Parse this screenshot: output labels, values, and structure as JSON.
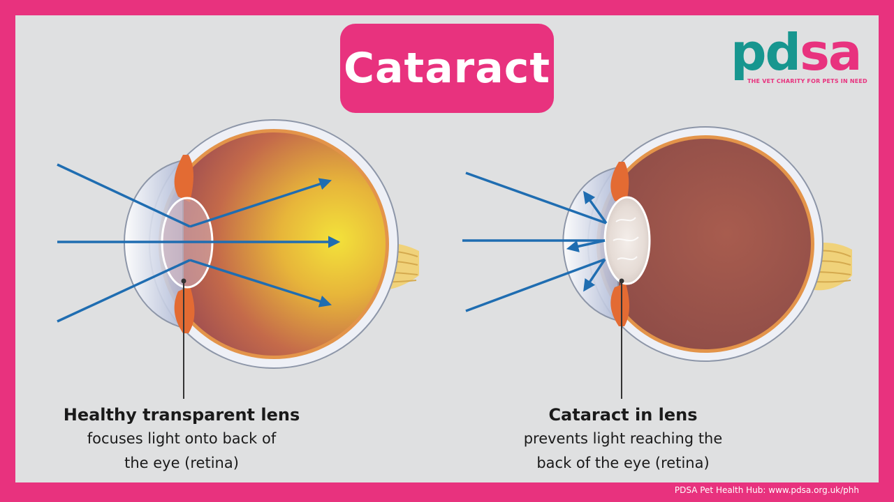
{
  "title": "Cataract",
  "logo": {
    "word_left": "pd",
    "word_right": "sa",
    "tagline": "THE VET CHARITY FOR PETS IN NEED"
  },
  "healthy": {
    "heading": "Healthy transparent lens",
    "line1": "focuses light onto back of",
    "line2": "the eye (retina)"
  },
  "cataract": {
    "heading": "Cataract in lens",
    "line1": "prevents light reaching the",
    "line2": "back of the eye (retina)"
  },
  "footer": "PDSA Pet Health Hub: www.pdsa.org.uk/phh",
  "colors": {
    "frame": "#e8327e",
    "panel": "#dfe0e1",
    "arrow": "#1f6db1",
    "logo_teal": "#17968f"
  }
}
